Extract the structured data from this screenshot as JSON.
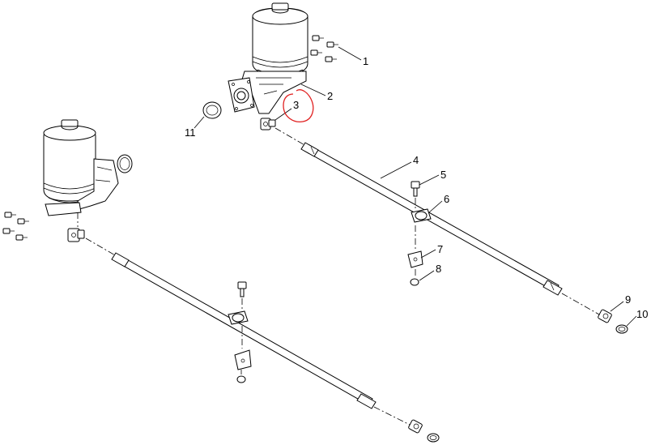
{
  "callouts": [
    {
      "id": "c1",
      "label": "1"
    },
    {
      "id": "c2",
      "label": "2"
    },
    {
      "id": "c3",
      "label": "3"
    },
    {
      "id": "c4",
      "label": "4"
    },
    {
      "id": "c5",
      "label": "5"
    },
    {
      "id": "c6",
      "label": "6"
    },
    {
      "id": "c7",
      "label": "7"
    },
    {
      "id": "c8",
      "label": "8"
    },
    {
      "id": "c9",
      "label": "9"
    },
    {
      "id": "c10",
      "label": "10"
    },
    {
      "id": "c11",
      "label": "11"
    }
  ],
  "highlight": {
    "target": "3",
    "color": "#e02020"
  }
}
